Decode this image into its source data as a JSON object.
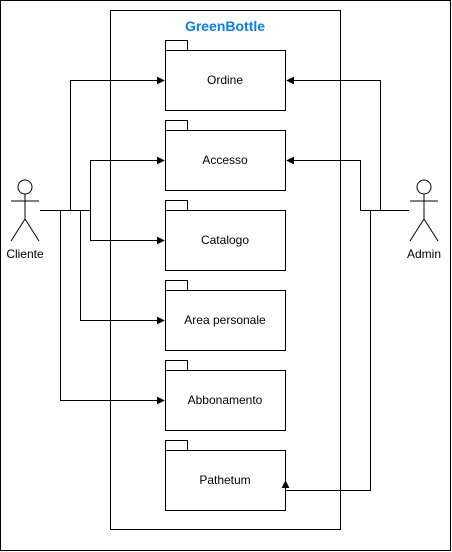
{
  "system": {
    "title": "GreenBottle",
    "title_color": "#007FFF"
  },
  "actors": {
    "left": {
      "label": "Cliente"
    },
    "right": {
      "label": "Admin"
    }
  },
  "packages": [
    {
      "label": "Ordine"
    },
    {
      "label": "Accesso"
    },
    {
      "label": "Catalogo"
    },
    {
      "label": "Area personale"
    },
    {
      "label": "Abbonamento"
    },
    {
      "label": "Pathetum"
    }
  ],
  "colors": {
    "line": "#000000",
    "background": "#ffffff"
  }
}
